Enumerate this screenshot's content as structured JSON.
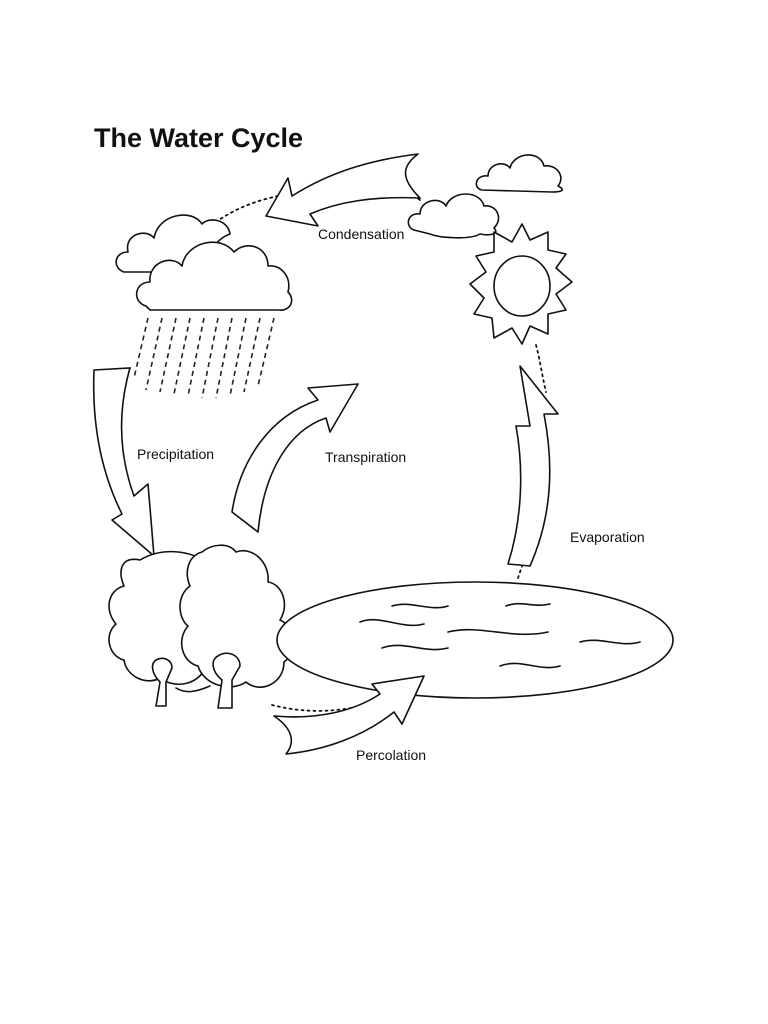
{
  "diagram": {
    "title": "The Water Cycle",
    "labels": {
      "condensation": "Condensation",
      "precipitation": "Precipitation",
      "transpiration": "Transpiration",
      "evaporation": "Evaporation",
      "percolation": "Percolation"
    }
  }
}
